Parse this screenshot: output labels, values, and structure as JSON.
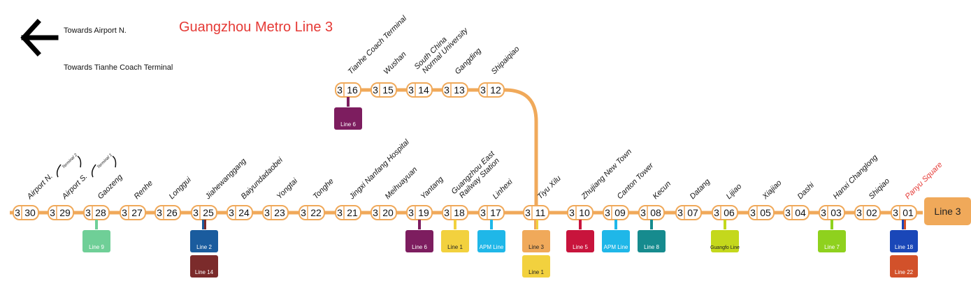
{
  "header": {
    "title": "Guangzhou Metro Line 3",
    "direction_forward": "Towards Airport N.",
    "direction_reverse": "Towards Tianhe Coach Terminal",
    "arrow_icon": "left-arrow-icon"
  },
  "line_badge": "Line 3",
  "colors": {
    "line3": "#f0a95a",
    "panyu_label": "#e53935"
  },
  "main_stations": [
    {
      "code": "3",
      "num": "30",
      "name": "Airport N.",
      "sub": "Terminal 2",
      "transfers": []
    },
    {
      "code": "3",
      "num": "29",
      "name": "Airport S.",
      "sub": "Terminal 1",
      "transfers": []
    },
    {
      "code": "3",
      "num": "28",
      "name": "Gaozeng",
      "transfers": [
        {
          "label": "Line 9",
          "color": "#6fcf97"
        }
      ]
    },
    {
      "code": "3",
      "num": "27",
      "name": "Renhe",
      "transfers": []
    },
    {
      "code": "3",
      "num": "26",
      "name": "Longgui",
      "transfers": []
    },
    {
      "code": "3",
      "num": "25",
      "name": "Jiahewanggang",
      "transfers": [
        {
          "label": "Line 2",
          "color": "#1a5c9e"
        },
        {
          "label": "Line 14",
          "color": "#7b2b2b"
        }
      ]
    },
    {
      "code": "3",
      "num": "24",
      "name": "Baiyundadaobei",
      "transfers": []
    },
    {
      "code": "3",
      "num": "23",
      "name": "Yongtai",
      "transfers": []
    },
    {
      "code": "3",
      "num": "22",
      "name": "Tonghe",
      "transfers": []
    },
    {
      "code": "3",
      "num": "21",
      "name": "Jingxi Nanfang Hospital",
      "transfers": []
    },
    {
      "code": "3",
      "num": "20",
      "name": "Meihuayuan",
      "transfers": []
    },
    {
      "code": "3",
      "num": "19",
      "name": "Yantang",
      "transfers": [
        {
          "label": "Line 6",
          "color": "#7d1d5f"
        }
      ]
    },
    {
      "code": "3",
      "num": "18",
      "name": "Guangzhou East Railway Station",
      "transfers": [
        {
          "label": "Line 1",
          "color": "#f2d13e"
        }
      ]
    },
    {
      "code": "3",
      "num": "17",
      "name": "Linhexi",
      "transfers": [
        {
          "label": "APM Line",
          "color": "#1fb7e8"
        }
      ]
    },
    {
      "code": "3",
      "num": "11",
      "name": "Tiyu Xilu",
      "transfers": [
        {
          "label": "Line 3",
          "color": "#f0a95a"
        },
        {
          "label": "Line 1",
          "color": "#f2d13e"
        }
      ]
    },
    {
      "code": "3",
      "num": "10",
      "name": "Zhujiang New Town",
      "transfers": [
        {
          "label": "Line 5",
          "color": "#c8143c"
        }
      ]
    },
    {
      "code": "3",
      "num": "09",
      "name": "Canton Tower",
      "transfers": [
        {
          "label": "APM Line",
          "color": "#1fb7e8"
        }
      ]
    },
    {
      "code": "3",
      "num": "08",
      "name": "Kecun",
      "transfers": [
        {
          "label": "Line 8",
          "color": "#168b8e"
        }
      ]
    },
    {
      "code": "3",
      "num": "07",
      "name": "Datang",
      "transfers": []
    },
    {
      "code": "3",
      "num": "06",
      "name": "Lijiao",
      "transfers": [
        {
          "label": "Guangfo Line",
          "color": "#c4d81c"
        }
      ]
    },
    {
      "code": "3",
      "num": "05",
      "name": "Xiajiao",
      "transfers": []
    },
    {
      "code": "3",
      "num": "04",
      "name": "Dashi",
      "transfers": []
    },
    {
      "code": "3",
      "num": "03",
      "name": "Hanxi Changlong",
      "transfers": [
        {
          "label": "Line 7",
          "color": "#8fd11e"
        }
      ]
    },
    {
      "code": "3",
      "num": "02",
      "name": "Shiqiao",
      "transfers": []
    },
    {
      "code": "3",
      "num": "01",
      "name": "Panyu Square",
      "highlight": true,
      "transfers": [
        {
          "label": "Line 18",
          "color": "#1a47b8"
        },
        {
          "label": "Line 22",
          "color": "#d2512a"
        }
      ]
    }
  ],
  "branch_stations": [
    {
      "code": "3",
      "num": "16",
      "name": "Tianhe Coach Terminal",
      "transfers": [
        {
          "label": "Line 6",
          "color": "#7d1d5f"
        }
      ]
    },
    {
      "code": "3",
      "num": "15",
      "name": "Wushan",
      "transfers": []
    },
    {
      "code": "3",
      "num": "14",
      "name": "South China Normal University",
      "transfers": []
    },
    {
      "code": "3",
      "num": "13",
      "name": "Gangding",
      "transfers": []
    },
    {
      "code": "3",
      "num": "12",
      "name": "Shipaiqiao",
      "transfers": []
    }
  ]
}
